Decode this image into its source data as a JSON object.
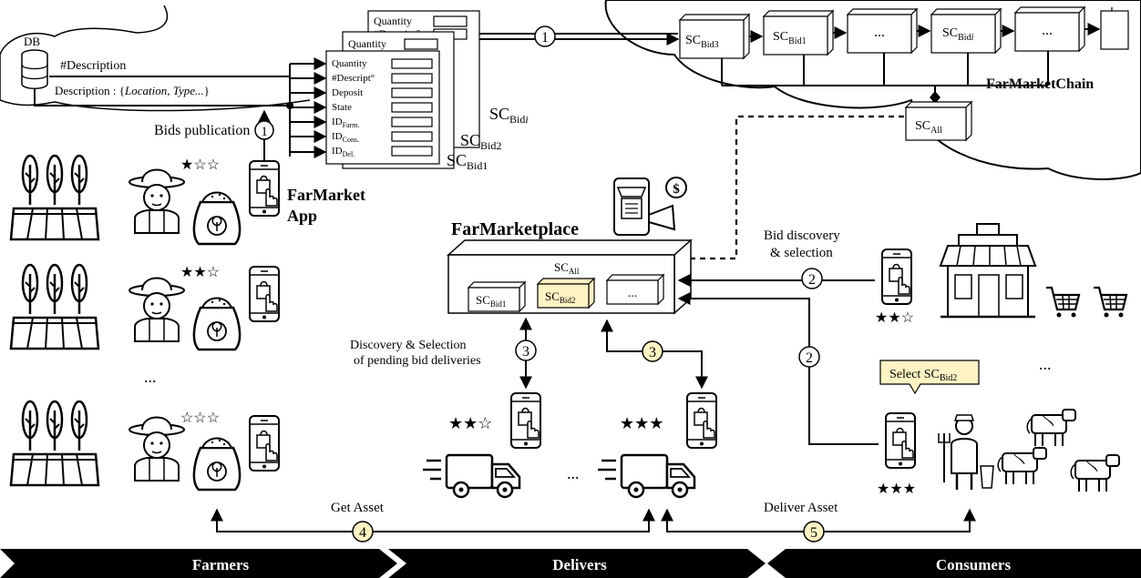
{
  "db": {
    "label": "DB",
    "description_hash": "#Description",
    "description_prefix": "Description : {",
    "description_fields": "Location, Type...",
    "description_suffix": "}"
  },
  "bids_publication": {
    "label": "Bids publication",
    "step": "1"
  },
  "bid_form": {
    "fields": [
      "Quantity",
      "#Descript°",
      "Deposit",
      "State",
      "IDFarm.",
      "IDCons.",
      "IDDel."
    ],
    "back_fields": [
      "Quantity",
      "Quantity"
    ],
    "back_partial_field": "#Descript°",
    "labels": [
      "SCBidi",
      "SCBid2",
      "SCBid1"
    ]
  },
  "chain": {
    "name": "FarMarketChain",
    "step": "1",
    "blocks": [
      "SCBid3",
      "SCBid1",
      "...",
      "SCBidi",
      "..."
    ],
    "sc_all": "SCAll"
  },
  "app": {
    "name_line1": "FarMarket",
    "name_line2": "App"
  },
  "marketplace": {
    "title": "FarMarketplace",
    "sc_all": "SCAll",
    "contracts": [
      "SCBid1",
      "SCBid2",
      "..."
    ],
    "highlight_color": "#fff3c4"
  },
  "ratings": {
    "farmer1": "★☆☆",
    "farmer2": "★★☆",
    "farmer3": "☆☆☆",
    "deliver1": "★★☆",
    "deliver2": "★★★",
    "consumer1": "★★☆",
    "consumer2": "★★★"
  },
  "ellipses": {
    "farmers": "...",
    "delivers": "...",
    "consumers": "..."
  },
  "steps": {
    "bid_discovery": {
      "num": "2",
      "line1": "Bid discovery",
      "line2": "& selection"
    },
    "consumer2": {
      "num": "2"
    },
    "pending": {
      "num": "3",
      "line1": "Discovery & Selection",
      "line2": "of pending bid deliveries"
    },
    "deliver2": {
      "num": "3"
    },
    "get_asset": {
      "num": "4",
      "label": "Get Asset"
    },
    "deliver_asset": {
      "num": "5",
      "label": "Deliver Asset"
    }
  },
  "callout": {
    "text": "Select SCBid2"
  },
  "step_highlight_color": "#fff3c4",
  "bottom_bar": {
    "farmers": "Farmers",
    "delivers": "Delivers",
    "consumers": "Consumers"
  }
}
